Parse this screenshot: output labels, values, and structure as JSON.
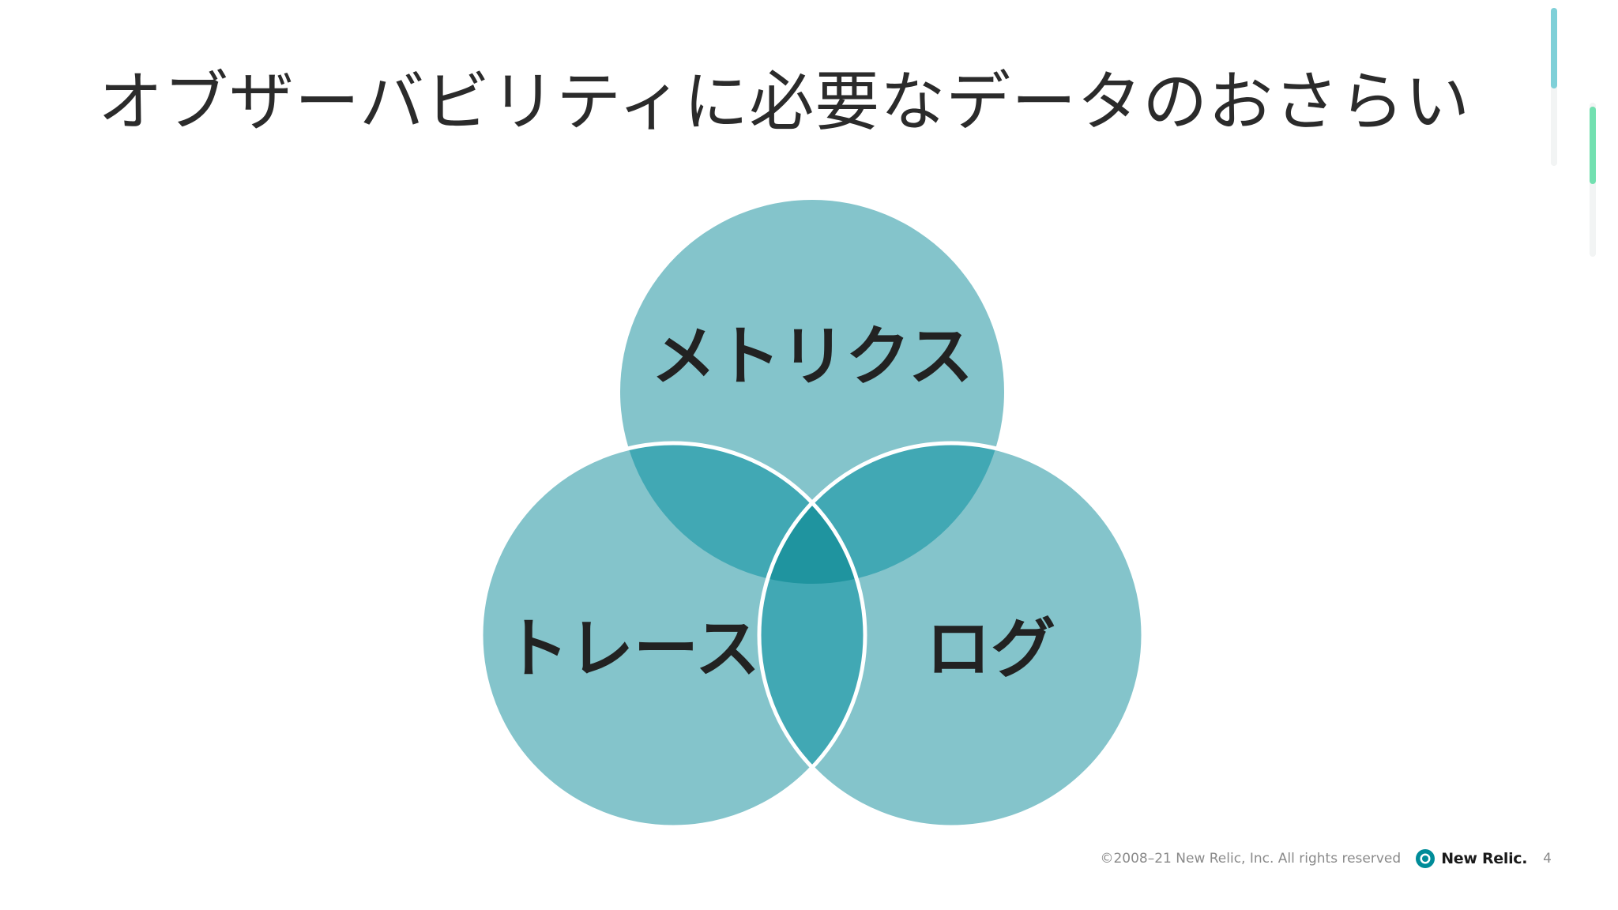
{
  "slide": {
    "title": "オブザーバビリティに必要なデータのおさらい",
    "page_number": "4"
  },
  "venn": {
    "sets": [
      {
        "id": "metrics",
        "label": "メトリクス"
      },
      {
        "id": "traces",
        "label": "トレース"
      },
      {
        "id": "logs",
        "label": "ログ"
      }
    ],
    "colors": {
      "circle": "#84c4cb",
      "pair_overlap": "#41a8b4",
      "center_overlap": "#1f949f",
      "outline": "#ffffff"
    }
  },
  "footer": {
    "copyright": "©2008–21 New Relic, Inc. All rights reserved",
    "brand": "New Relic."
  },
  "theme": {
    "scroll_blue": "#7fd0d8",
    "scroll_green": "#72e0b0",
    "logo_teal": "#008c99"
  }
}
